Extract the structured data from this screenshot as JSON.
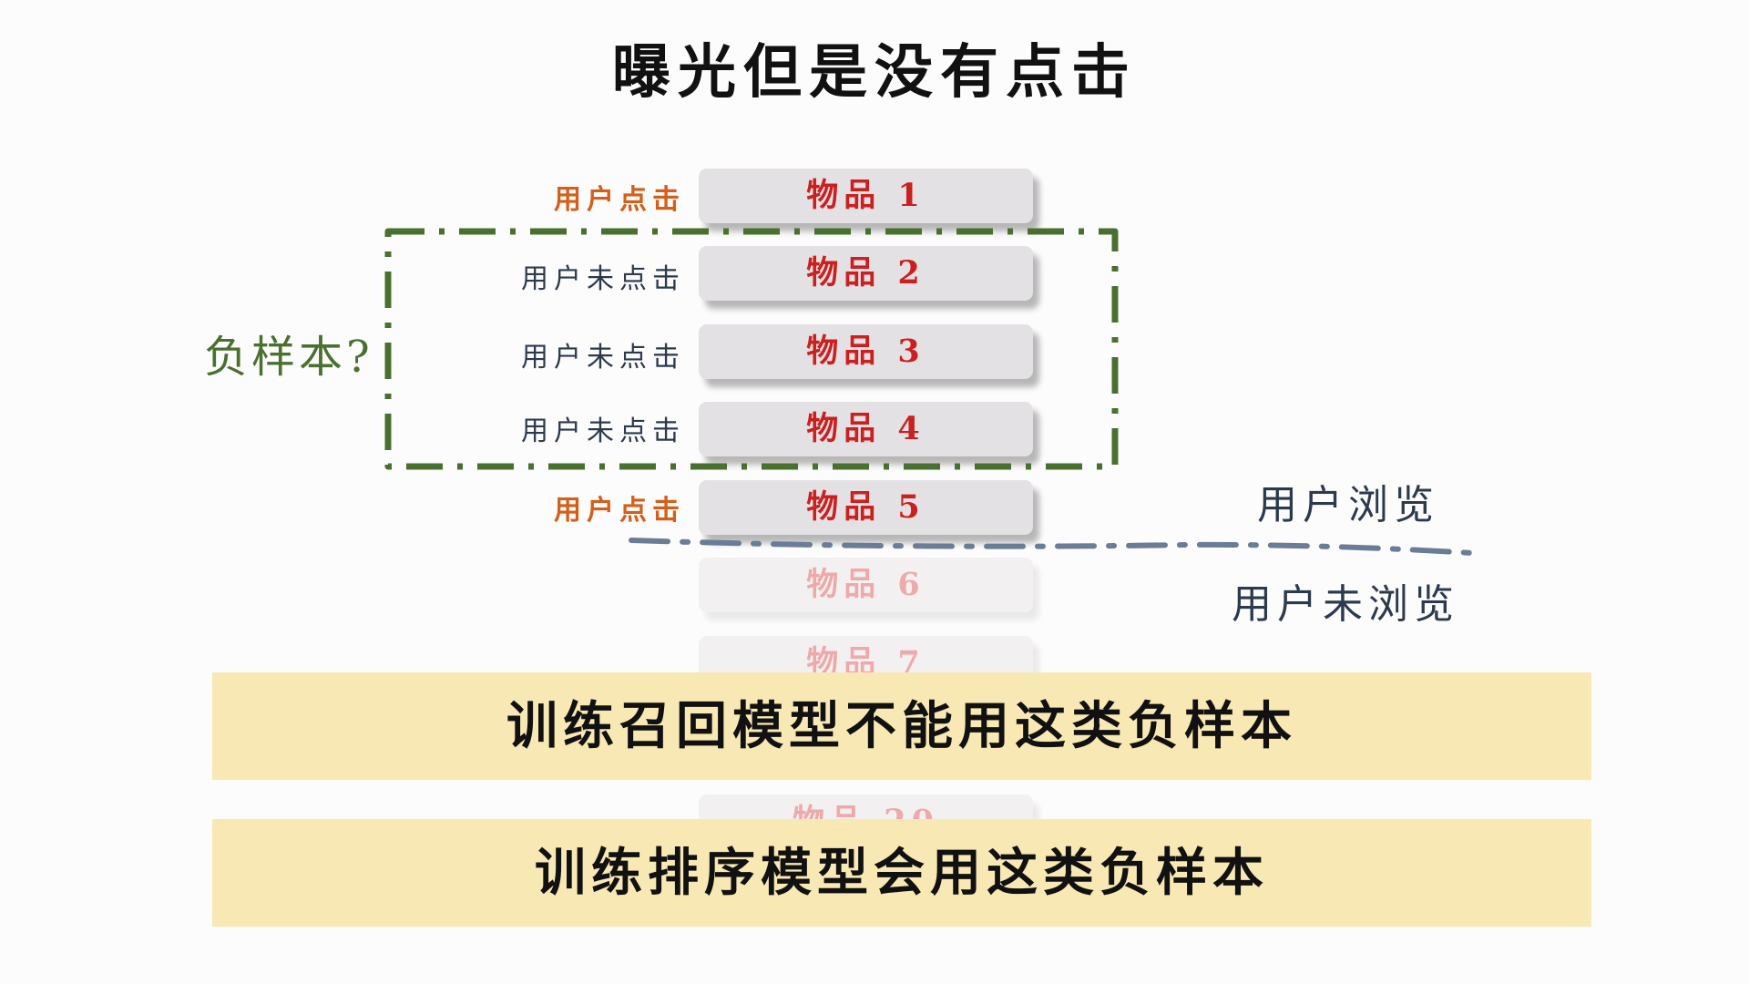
{
  "title": "曝光但是没有点击",
  "rows": [
    {
      "status": "用户点击",
      "item": "物品 1"
    },
    {
      "status": "用户未点击",
      "item": "物品 2"
    },
    {
      "status": "用户未点击",
      "item": "物品 3"
    },
    {
      "status": "用户未点击",
      "item": "物品 4"
    },
    {
      "status": "用户点击",
      "item": "物品 5"
    }
  ],
  "unbrowsed_items": [
    "物品 6",
    "物品 7",
    "物品 20"
  ],
  "negative_sample_label": "负样本?",
  "browse_labels": {
    "browsed": "用户浏览",
    "not_browsed": "用户未浏览"
  },
  "banners": {
    "recall": "训练召回模型不能用这类负样本",
    "ranking": "训练排序模型会用这类负样本"
  },
  "colors": {
    "item_text": "#cc1f1f",
    "clicked_label": "#d2601a",
    "unclicked_label": "#2c3a4e",
    "negative_box": "#4a7030",
    "browse_divider": "#6b7d96",
    "banner_bg": "#f8e8b4"
  }
}
